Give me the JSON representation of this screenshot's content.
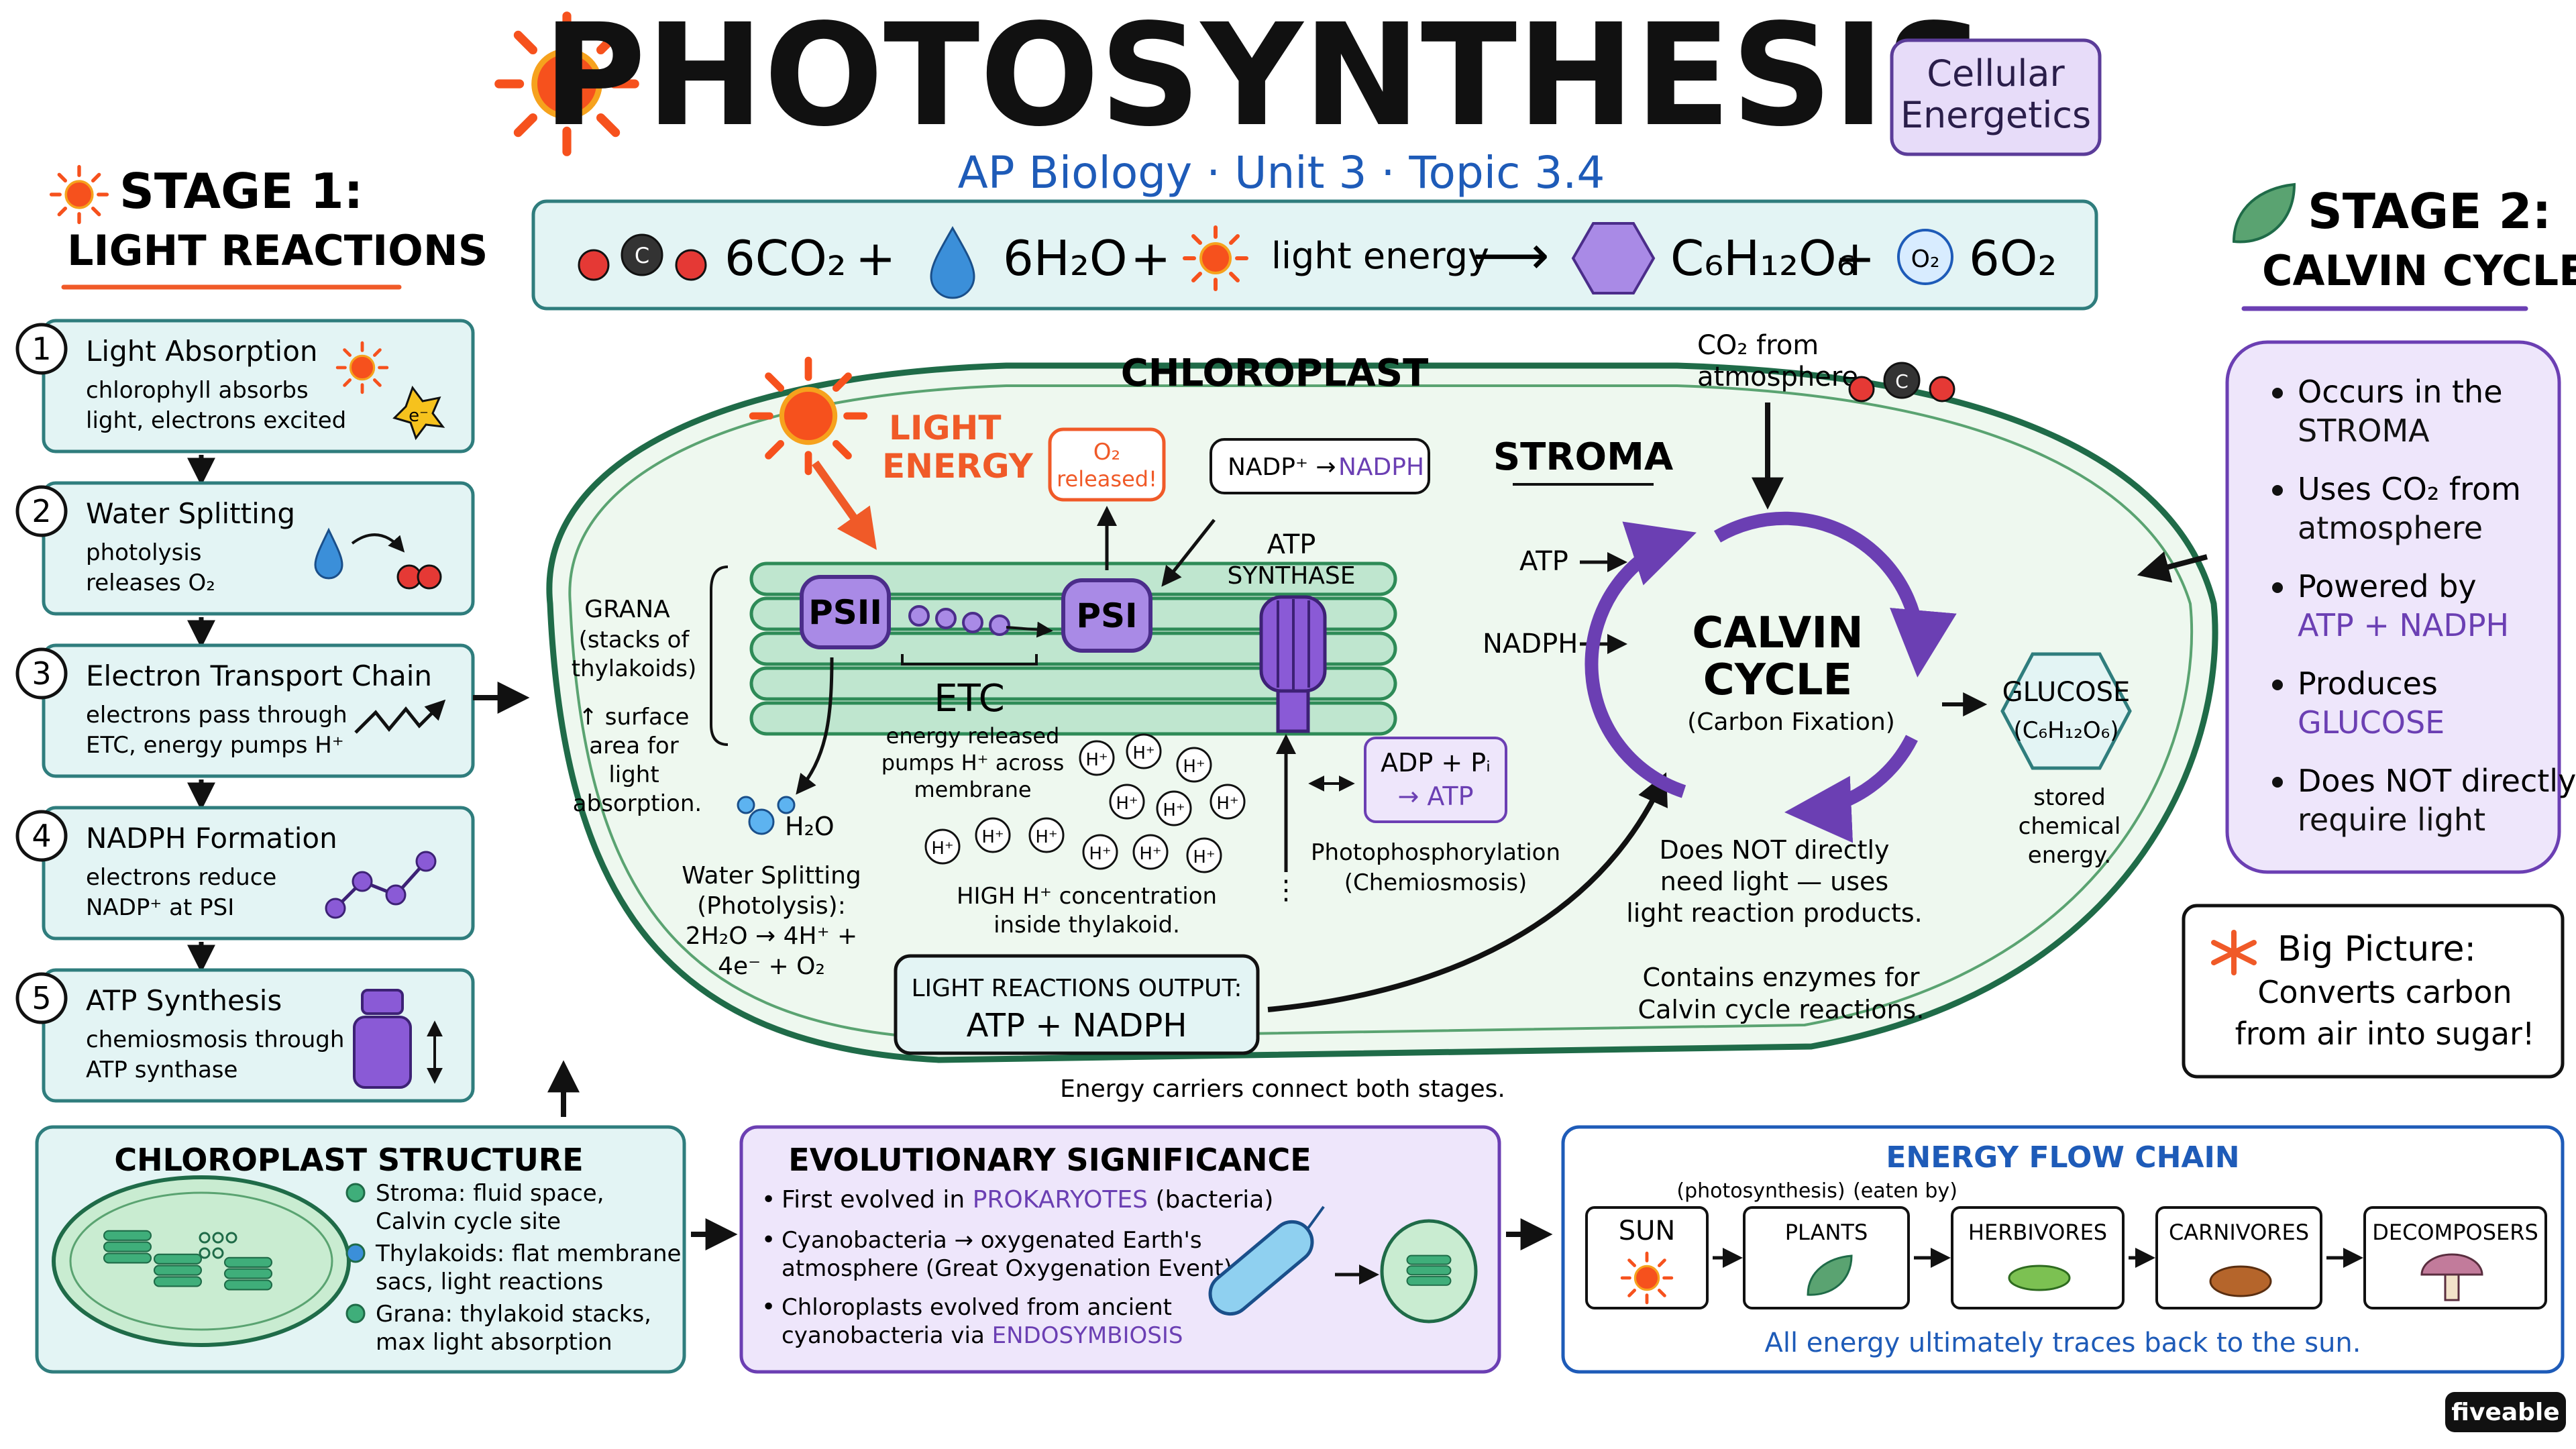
{
  "header": {
    "title": "PHOTOSYNTHESIS",
    "badge_line1": "Cellular",
    "badge_line2": "Energetics",
    "subtitle": "AP Biology · Unit 3 · Topic 3.4"
  },
  "equation": {
    "co2": "6CO₂",
    "plus1": "+",
    "h2o": "6H₂O",
    "plus2": "+",
    "light": "light energy",
    "arrow": "⟶",
    "glucose": "C₆H₁₂O₆",
    "plus3": "+",
    "o2_badge": "O₂",
    "o2": "6O₂",
    "c_label": "C"
  },
  "stage1": {
    "line1": "STAGE 1:",
    "line2": "LIGHT REACTIONS",
    "steps": [
      {
        "num": "1",
        "title": "Light Absorption",
        "d1": "chlorophyll absorbs",
        "d2": "light, electrons excited",
        "e_label": "e⁻"
      },
      {
        "num": "2",
        "title": "Water Splitting",
        "d1": "photolysis",
        "d2": "releases O₂"
      },
      {
        "num": "3",
        "title": "Electron Transport Chain",
        "d1": "electrons pass through",
        "d2": "ETC, energy pumps H⁺"
      },
      {
        "num": "4",
        "title": "NADPH Formation",
        "d1": "electrons reduce",
        "d2": "NADP⁺ at PSI"
      },
      {
        "num": "5",
        "title": "ATP Synthesis",
        "d1": "chemiosmosis through",
        "d2": "ATP synthase"
      }
    ]
  },
  "stage2": {
    "line1": "STAGE 2:",
    "line2": "CALVIN CYCLE",
    "bullets": [
      {
        "a": "Occurs in the",
        "b": "STROMA"
      },
      {
        "a": "Uses CO₂ from",
        "b": "atmosphere"
      },
      {
        "a": "Powered by",
        "b": "ATP + NADPH"
      },
      {
        "a": "Produces",
        "b": "GLUCOSE"
      },
      {
        "a": "Does NOT directly",
        "b": "require light"
      }
    ],
    "big_title": "Big Picture:",
    "big_l1": "Converts carbon",
    "big_l2": "from air into sugar!"
  },
  "chloroplast": {
    "title": "CHLOROPLAST",
    "stroma": "STROMA",
    "light_l1": "LIGHT",
    "light_l2": "ENERGY",
    "o2_l1": "O₂",
    "o2_l2": "released!",
    "nadp": "NADP⁺ →",
    "nadph": "NADPH",
    "atp_synth_l1": "ATP",
    "atp_synth_l2": "SYNTHASE",
    "psii": "PSII",
    "psi": "PSI",
    "etc": "ETC",
    "etc_d1": "energy released",
    "etc_d2": "pumps H⁺ across",
    "etc_d3": "membrane",
    "grana": [
      "GRANA",
      "(stacks of",
      "thylakoids)"
    ],
    "surface": [
      "↑ surface",
      "area for",
      "light",
      "absorption."
    ],
    "h2o": "H₂O",
    "ws": [
      "Water Splitting",
      "(Photolysis):",
      "2H₂O → 4H⁺ +",
      "4e⁻ + O₂"
    ],
    "hion": "H⁺",
    "high_h_l1": "HIGH H⁺ concentration",
    "high_h_l2": "inside thylakoid.",
    "adp_l1": "ADP + Pᵢ",
    "adp_l2": "→ ATP",
    "photophos_l1": "Photophosphorylation",
    "photophos_l2": "(Chemiosmosis)",
    "output_l1": "LIGHT REACTIONS OUTPUT:",
    "output_l2": "ATP + NADPH",
    "atp_in": "ATP",
    "nadph_in": "NADPH",
    "co2_from_l1": "CO₂ from",
    "co2_from_l2": "atmosphere",
    "calvin_l1": "CALVIN",
    "calvin_l2": "CYCLE",
    "calvin_l3": "(Carbon Fixation)",
    "glucose_l1": "GLUCOSE",
    "glucose_l2": "(C₆H₁₂O₆)",
    "stored": [
      "stored",
      "chemical",
      "energy."
    ],
    "notlight": [
      "Does NOT directly",
      "need light — uses",
      "light reaction products."
    ],
    "enzymes_l1": "Contains enzymes for",
    "enzymes_l2": "Calvin cycle reactions.",
    "carriers": "Energy carriers connect both stages."
  },
  "structure": {
    "title": "CHLOROPLAST STRUCTURE",
    "items": [
      {
        "a": "Stroma: fluid space,",
        "b": "Calvin cycle site"
      },
      {
        "a": "Thylakoids: flat membrane",
        "b": "sacs, light reactions"
      },
      {
        "a": "Grana: thylakoid stacks,",
        "b": "max light absorption"
      }
    ]
  },
  "evolution": {
    "title": "EVOLUTIONARY SIGNIFICANCE",
    "b1_pre": "First evolved in ",
    "b1_hl": "PROKARYOTES",
    "b1_post": " (bacteria)",
    "b2_l1": "Cyanobacteria → oxygenated Earth's",
    "b2_l2": "atmosphere (Great Oxygenation Event)",
    "b3_l1": "Chloroplasts evolved from ancient",
    "b3_pre": "cyanobacteria via ",
    "b3_hl": "ENDOSYMBIOSIS"
  },
  "energyflow": {
    "title": "ENERGY FLOW CHAIN",
    "photo_label": "(photosynthesis)",
    "eaten_label": "(eaten by)",
    "nodes": [
      "SUN",
      "PLANTS",
      "HERBIVORES",
      "CARNIVORES",
      "DECOMPOSERS"
    ],
    "footer": "All energy ultimately traces back to the sun."
  },
  "brand": "fiveable",
  "colors": {
    "teal_fill": "#e3f4f4",
    "teal_border": "#2f7d7d",
    "purple": "#6b3fb3",
    "purple_fill": "#eee6fb",
    "green": "#2e8b57",
    "orange": "#f05a28",
    "blue": "#1e5bb8"
  }
}
